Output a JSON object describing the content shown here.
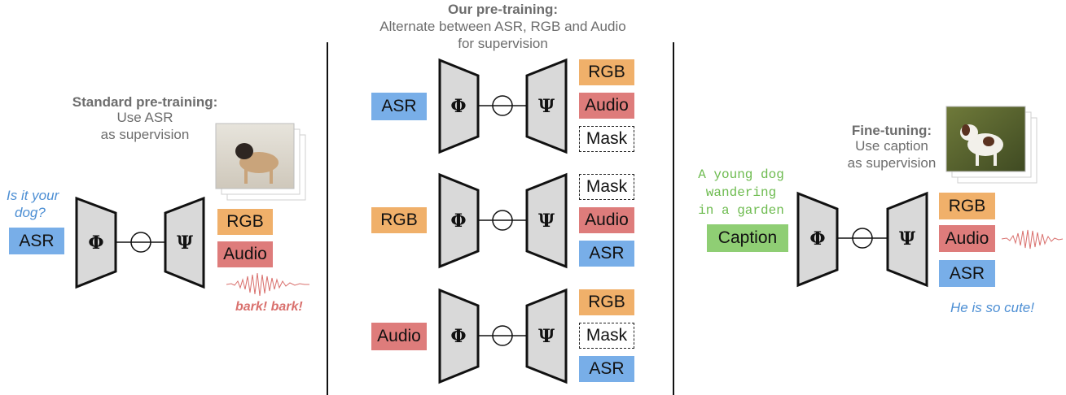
{
  "left": {
    "title_bold": "Standard pre-training:",
    "title_line1": "Use ASR",
    "title_line2": "as supervision",
    "speech_line1": "Is it your",
    "speech_line2": "dog?",
    "input_label": "ASR",
    "outputs": [
      "RGB",
      "Audio"
    ],
    "sound": "bark! bark!",
    "image": "pug photo"
  },
  "middle": {
    "title_bold": "Our pre-training:",
    "title_line1": "Alternate between ASR, RGB and Audio",
    "title_line2": "for supervision",
    "rows": [
      {
        "input": "ASR",
        "outputs": [
          "RGB",
          "Audio",
          "Mask"
        ]
      },
      {
        "input": "RGB",
        "outputs": [
          "Mask",
          "Audio",
          "ASR"
        ]
      },
      {
        "input": "Audio",
        "outputs": [
          "RGB",
          "Mask",
          "ASR"
        ]
      }
    ]
  },
  "right": {
    "title_bold": "Fine-tuning:",
    "title_line1": "Use caption",
    "title_line2": "as supervision",
    "caption_line1": "A young dog",
    "caption_line2": "wandering",
    "caption_line3": "in a garden",
    "input_label": "Caption",
    "outputs": [
      "RGB",
      "Audio",
      "ASR"
    ],
    "speech": "He is so cute!",
    "image": "puppy photo"
  },
  "symbols": {
    "encoder": "Φ",
    "decoder": "Ψ"
  },
  "colors": {
    "asr": "#78aee8",
    "rgb": "#f0b06a",
    "audio": "#de7c7b",
    "caption": "#8fce74",
    "trapezoid": "#d9d9d9"
  }
}
